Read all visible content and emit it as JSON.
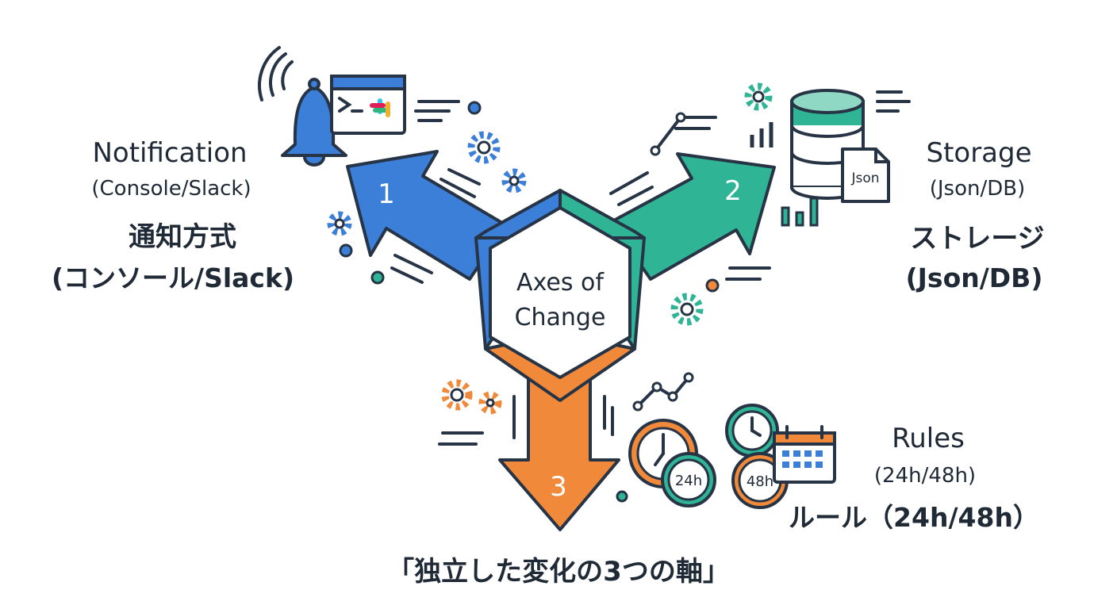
{
  "colors": {
    "blue": "#3b7fd9",
    "teal": "#2fb596",
    "orange": "#f0893a",
    "ink": "#263445",
    "text": "#1f2a36",
    "paper": "#ffffff"
  },
  "hub": {
    "line1": "Axes of",
    "line2": "Change"
  },
  "axes": [
    {
      "number": "1",
      "title": "Notification",
      "subtitle": "(Console/Slack)",
      "jp_title": "通知方式",
      "jp_subtitle": "(コンソール/Slack)",
      "icons": [
        "bell-icon",
        "terminal-window-icon",
        "slack-logo-icon"
      ]
    },
    {
      "number": "2",
      "title": "Storage",
      "subtitle": "(Json/DB)",
      "jp_title": "ストレージ",
      "jp_subtitle": "(Json/DB)",
      "file_label": "Json",
      "icons": [
        "database-icon",
        "json-file-icon",
        "bar-chart-icon"
      ]
    },
    {
      "number": "3",
      "title": "Rules",
      "subtitle": "(24h/48h)",
      "jp_title": "ルール（24h/48h）",
      "clock_labels": [
        "24h",
        "48h"
      ],
      "icons": [
        "clock-icon",
        "calendar-icon"
      ]
    }
  ],
  "caption": "「独立した変化の3つの軸」"
}
